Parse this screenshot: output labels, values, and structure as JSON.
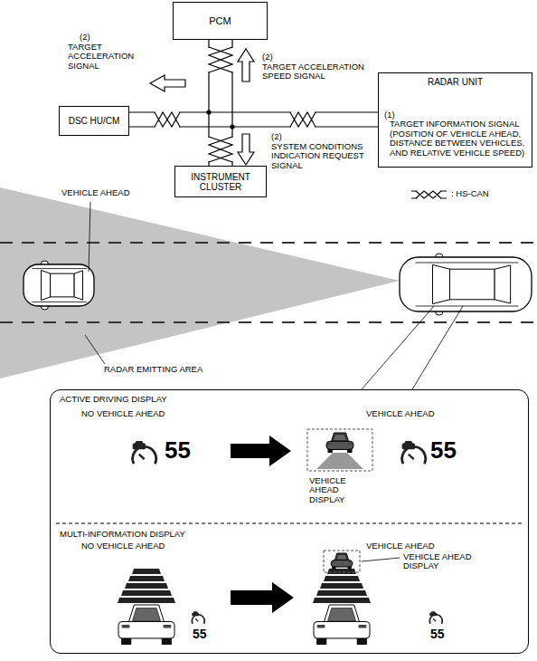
{
  "diagram": {
    "nodes": [
      {
        "text": [
          "PCM"
        ]
      },
      {
        "text": [
          "RADAR UNIT",
          "(1)",
          "TARGET INFORMATION SIGNAL (POSITION OF VEHICLE AHEAD, DISTANCE BETWEEN VEHICLES, AND RELATIVE VEHICLE SPEED)"
        ]
      },
      {
        "text": [
          "DSC HU/CM"
        ]
      },
      {
        "text": [
          "INSTRUMENT CLUSTER"
        ]
      },
      {
        "text": [
          "ACTIVE DRIVING DISPLAY",
          "MULTI-INFORMATION DISPLAY"
        ]
      }
    ],
    "edges": [
      {
        "from": 2,
        "to": 1,
        "arrow": "none"
      },
      {
        "from": 0,
        "to": 3,
        "arrow": "none"
      }
    ],
    "labels": [
      "(2)",
      "TARGET ACCELERATION SIGNAL",
      "(2)",
      "TARGET ACCELERATION SPEED SIGNAL",
      "(2)",
      "SYSTEM CONDITIONS INDICATION REQUEST SIGNAL",
      "VEHICLE AHEAD",
      "RADAR EMITTING AREA",
      "NO VEHICLE AHEAD",
      "55",
      "VEHICLE AHEAD",
      "VEHICLE AHEAD DISPLAY",
      "55",
      "NO VEHICLE AHEAD",
      "55",
      "VEHICLE AHEAD",
      "VEHICLE AHEAD DISPLAY",
      "55"
    ],
    "legend": [
      {
        "text": ": HS-CAN"
      }
    ]
  }
}
